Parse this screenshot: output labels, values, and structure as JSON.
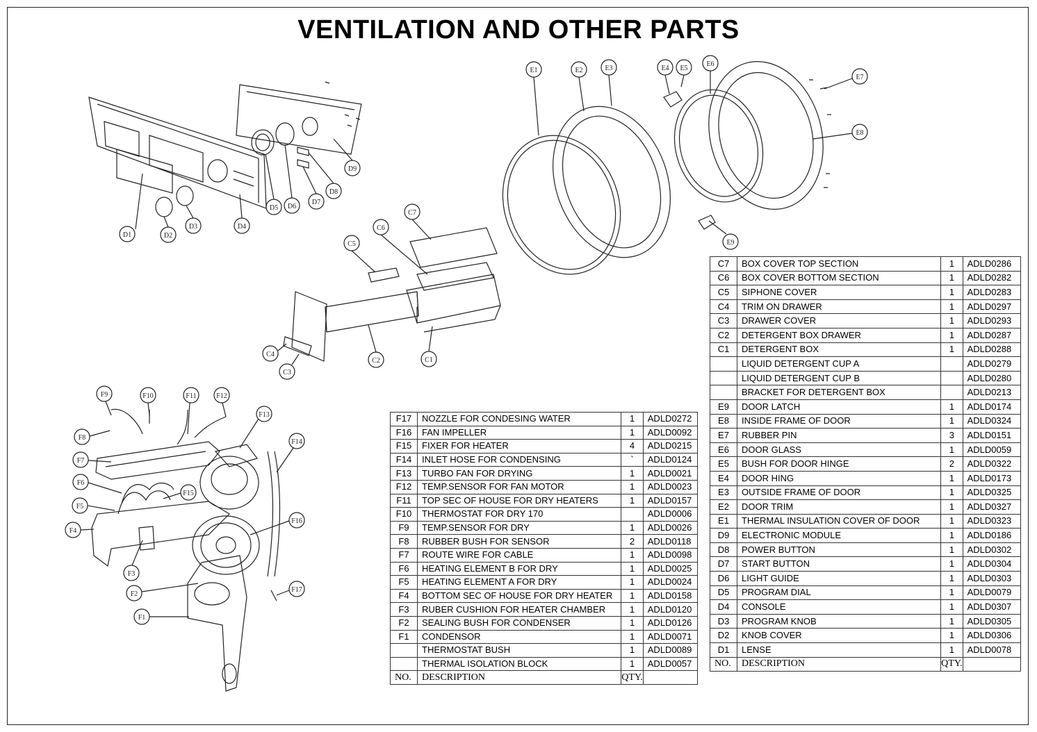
{
  "title": "VENTILATION AND OTHER PARTS",
  "headers": {
    "no": "NO.",
    "description": "DESCRIPTION",
    "qty": "QTY."
  },
  "callouts": [
    "D1",
    "D2",
    "D3",
    "D4",
    "D5",
    "D6",
    "D7",
    "D8",
    "D9",
    "E1",
    "E2",
    "E3",
    "E4",
    "E5",
    "E6",
    "E7",
    "E8",
    "E9",
    "C1",
    "C2",
    "C3",
    "C4",
    "C5",
    "C6",
    "C7",
    "F1",
    "F2",
    "F3",
    "F4",
    "F5",
    "F6",
    "F7",
    "F8",
    "F9",
    "F10",
    "F11",
    "F12",
    "F13",
    "F14",
    "F15",
    "F16",
    "F17"
  ],
  "table_f": [
    {
      "no": "F17",
      "desc": "NOZZLE FOR CONDESING WATER",
      "qty": "1",
      "code": "ADLD0272"
    },
    {
      "no": "F16",
      "desc": "FAN IMPELLER",
      "qty": "1",
      "code": "ADLD0092"
    },
    {
      "no": "F15",
      "desc": "FIXER FOR HEATER",
      "qty": "4",
      "code": "ADLD0215"
    },
    {
      "no": "F14",
      "desc": "INLET HOSE FOR CONDENSING",
      "qty": "`",
      "code": "ADLD0124"
    },
    {
      "no": "F13",
      "desc": "TURBO FAN FOR DRYING",
      "qty": "1",
      "code": "ADLD0021"
    },
    {
      "no": "F12",
      "desc": "TEMP.SENSOR FOR FAN MOTOR",
      "qty": "1",
      "code": "ADLD0023"
    },
    {
      "no": "F11",
      "desc": "TOP SEC OF HOUSE FOR DRY HEATERS",
      "qty": "1",
      "code": "ADLD0157"
    },
    {
      "no": "F10",
      "desc": "THERMOSTAT FOR DRY 170",
      "qty": "",
      "code": "ADLD0006"
    },
    {
      "no": "F9",
      "desc": "TEMP.SENSOR FOR DRY",
      "qty": "1",
      "code": "ADLD0026"
    },
    {
      "no": "F8",
      "desc": "RUBBER BUSH FOR SENSOR",
      "qty": "2",
      "code": "ADLD0118"
    },
    {
      "no": "F7",
      "desc": "ROUTE WIRE FOR CABLE",
      "qty": "1",
      "code": "ADLD0098"
    },
    {
      "no": "F6",
      "desc": "HEATING ELEMENT B FOR DRY",
      "qty": "1",
      "code": "ADLD0025"
    },
    {
      "no": "F5",
      "desc": "HEATING ELEMENT A FOR DRY",
      "qty": "1",
      "code": "ADLD0024"
    },
    {
      "no": "F4",
      "desc": "BOTTOM SEC OF HOUSE FOR DRY HEATER",
      "qty": "1",
      "code": "ADLD0158"
    },
    {
      "no": "F3",
      "desc": "RUBER CUSHION FOR HEATER CHAMBER",
      "qty": "1",
      "code": "ADLD0120"
    },
    {
      "no": "F2",
      "desc": "SEALING BUSH FOR CONDENSER",
      "qty": "1",
      "code": "ADLD0126"
    },
    {
      "no": "F1",
      "desc": "CONDENSOR",
      "qty": "1",
      "code": "ADLD0071"
    },
    {
      "no": "",
      "desc": "THERMOSTAT BUSH",
      "qty": "1",
      "code": "ADLD0089"
    },
    {
      "no": "",
      "desc": "THERMAL ISOLATION BLOCK",
      "qty": "1",
      "code": "ADLD0057"
    }
  ],
  "table_c": [
    {
      "no": "C7",
      "desc": "BOX COVER TOP SECTION",
      "qty": "1",
      "code": "ADLD0286"
    },
    {
      "no": "C6",
      "desc": "BOX COVER BOTTOM SECTION",
      "qty": "1",
      "code": "ADLD0282"
    },
    {
      "no": "C5",
      "desc": "SIPHONE COVER",
      "qty": "1",
      "code": "ADLD0283"
    },
    {
      "no": "C4",
      "desc": "TRIM ON DRAWER",
      "qty": "1",
      "code": "ADLD0297"
    },
    {
      "no": "C3",
      "desc": "DRAWER COVER",
      "qty": "1",
      "code": "ADLD0293"
    },
    {
      "no": "C2",
      "desc": "DETERGENT BOX DRAWER",
      "qty": "1",
      "code": "ADLD0287"
    },
    {
      "no": "C1",
      "desc": "DETERGENT BOX",
      "qty": "1",
      "code": "ADLD0288"
    },
    {
      "no": "",
      "desc": "LIQUID DETERGENT CUP A",
      "qty": "",
      "code": "ADLD0279"
    },
    {
      "no": "",
      "desc": "LIQUID DETERGENT CUP B",
      "qty": "",
      "code": "ADLD0280"
    },
    {
      "no": "",
      "desc": "BRACKET FOR DETERGENT BOX",
      "qty": "",
      "code": "ADLD0213"
    },
    {
      "no": "E9",
      "desc": "DOOR LATCH",
      "qty": "1",
      "code": "ADLD0174"
    },
    {
      "no": "E8",
      "desc": "INSIDE FRAME OF DOOR",
      "qty": "1",
      "code": "ADLD0324"
    },
    {
      "no": "E7",
      "desc": "RUBBER PIN",
      "qty": "3",
      "code": "ADLD0151"
    },
    {
      "no": "E6",
      "desc": "DOOR GLASS",
      "qty": "1",
      "code": "ADLD0059"
    },
    {
      "no": "E5",
      "desc": "BUSH FOR DOOR HINGE",
      "qty": "2",
      "code": "ADLD0322"
    },
    {
      "no": "E4",
      "desc": "DOOR HING",
      "qty": "1",
      "code": "ADLD0173"
    },
    {
      "no": "E3",
      "desc": "OUTSIDE FRAME OF DOOR",
      "qty": "1",
      "code": "ADLD0325"
    },
    {
      "no": "E2",
      "desc": "DOOR TRIM",
      "qty": "1",
      "code": "ADLD0327"
    },
    {
      "no": "E1",
      "desc": "THERMAL INSULATION COVER OF DOOR",
      "qty": "1",
      "code": "ADLD0323"
    },
    {
      "no": "D9",
      "desc": "ELECTRONIC MODULE",
      "qty": "1",
      "code": "ADLD0186"
    },
    {
      "no": "D8",
      "desc": "POWER BUTTON",
      "qty": "1",
      "code": "ADLD0302"
    },
    {
      "no": "D7",
      "desc": "START BUTTON",
      "qty": "1",
      "code": "ADLD0304"
    },
    {
      "no": "D6",
      "desc": "LIGHT GUIDE",
      "qty": "1",
      "code": "ADLD0303"
    },
    {
      "no": "D5",
      "desc": "PROGRAM DIAL",
      "qty": "1",
      "code": "ADLD0079"
    },
    {
      "no": "D4",
      "desc": "CONSOLE",
      "qty": "1",
      "code": "ADLD0307"
    },
    {
      "no": "D3",
      "desc": "PROGRAM KNOB",
      "qty": "1",
      "code": "ADLD0305"
    },
    {
      "no": "D2",
      "desc": "KNOB COVER",
      "qty": "1",
      "code": "ADLD0306"
    },
    {
      "no": "D1",
      "desc": "LENSE",
      "qty": "1",
      "code": "ADLD0078"
    }
  ]
}
